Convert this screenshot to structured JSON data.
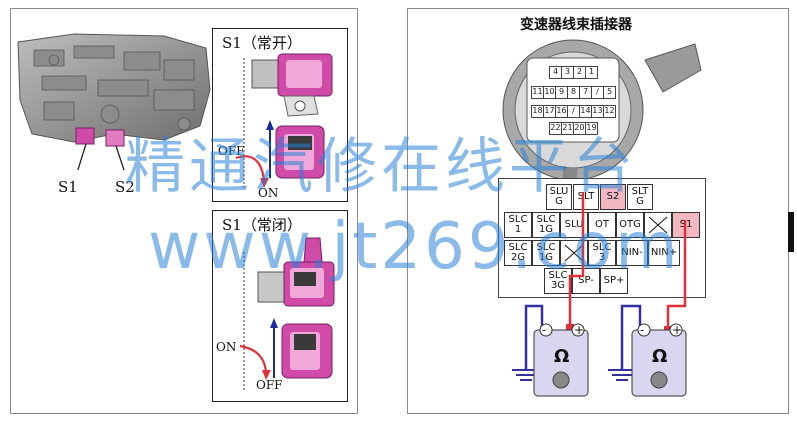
{
  "left_panel": {
    "solenoid_labels": [
      "S1",
      "S2"
    ],
    "inset_top": {
      "title": "S1（常开）",
      "state_top": "OFF",
      "state_bottom": "ON"
    },
    "inset_bottom": {
      "title": "S1（常闭）",
      "state_top": "ON",
      "state_bottom": "OFF"
    }
  },
  "right_panel": {
    "connector_title": "变速器线束插接器",
    "connector_pins": [
      [
        "4",
        "3",
        "2",
        "1"
      ],
      [
        "11",
        "10",
        "9",
        "8",
        "7",
        "/",
        "5"
      ],
      [
        "18",
        "17",
        "16",
        "/",
        "14",
        "13",
        "12"
      ],
      [
        "22",
        "21",
        "20",
        "19"
      ]
    ],
    "grid_rows": [
      [
        {
          "t": "SLU\nG",
          "hl": false
        },
        {
          "t": "SLT",
          "hl": false
        },
        {
          "t": "S2",
          "hl": true
        },
        {
          "t": "SLT\nG",
          "hl": false
        }
      ],
      [
        {
          "t": "SLC\n1",
          "hl": false
        },
        {
          "t": "SLC\n1G",
          "hl": false
        },
        {
          "t": "SLU",
          "hl": false
        },
        {
          "t": "OT",
          "hl": false
        },
        {
          "t": "OTG",
          "hl": false
        },
        {
          "t": "X",
          "hl": false
        },
        {
          "t": "S1",
          "hl": true
        }
      ],
      [
        {
          "t": "SLC\n2G",
          "hl": false
        },
        {
          "t": "SLC\n1G",
          "hl": false
        },
        {
          "t": "X",
          "hl": false
        },
        {
          "t": "SLC\n3",
          "hl": false
        },
        {
          "t": "NIN-",
          "hl": false
        },
        {
          "t": "NIN+",
          "hl": false
        }
      ],
      [
        {
          "t": "SLC\n3G",
          "hl": false
        },
        {
          "t": "SP-",
          "hl": false
        },
        {
          "t": "SP+",
          "hl": false
        }
      ]
    ],
    "meter_symbols": [
      "Ω",
      "Ω"
    ],
    "polarity": [
      "-",
      "+"
    ]
  },
  "watermark": {
    "line1": "精通汽修在线平台",
    "line2": "www.jt269.com"
  },
  "colors": {
    "wire_red": "#e0303a",
    "wire_blue": "#3030a0",
    "meter_body": "#d9d6ef",
    "highlight_pink": "#f2b8c2",
    "solenoid_pink": "#d04aa8",
    "watermark": "#2882d7"
  }
}
